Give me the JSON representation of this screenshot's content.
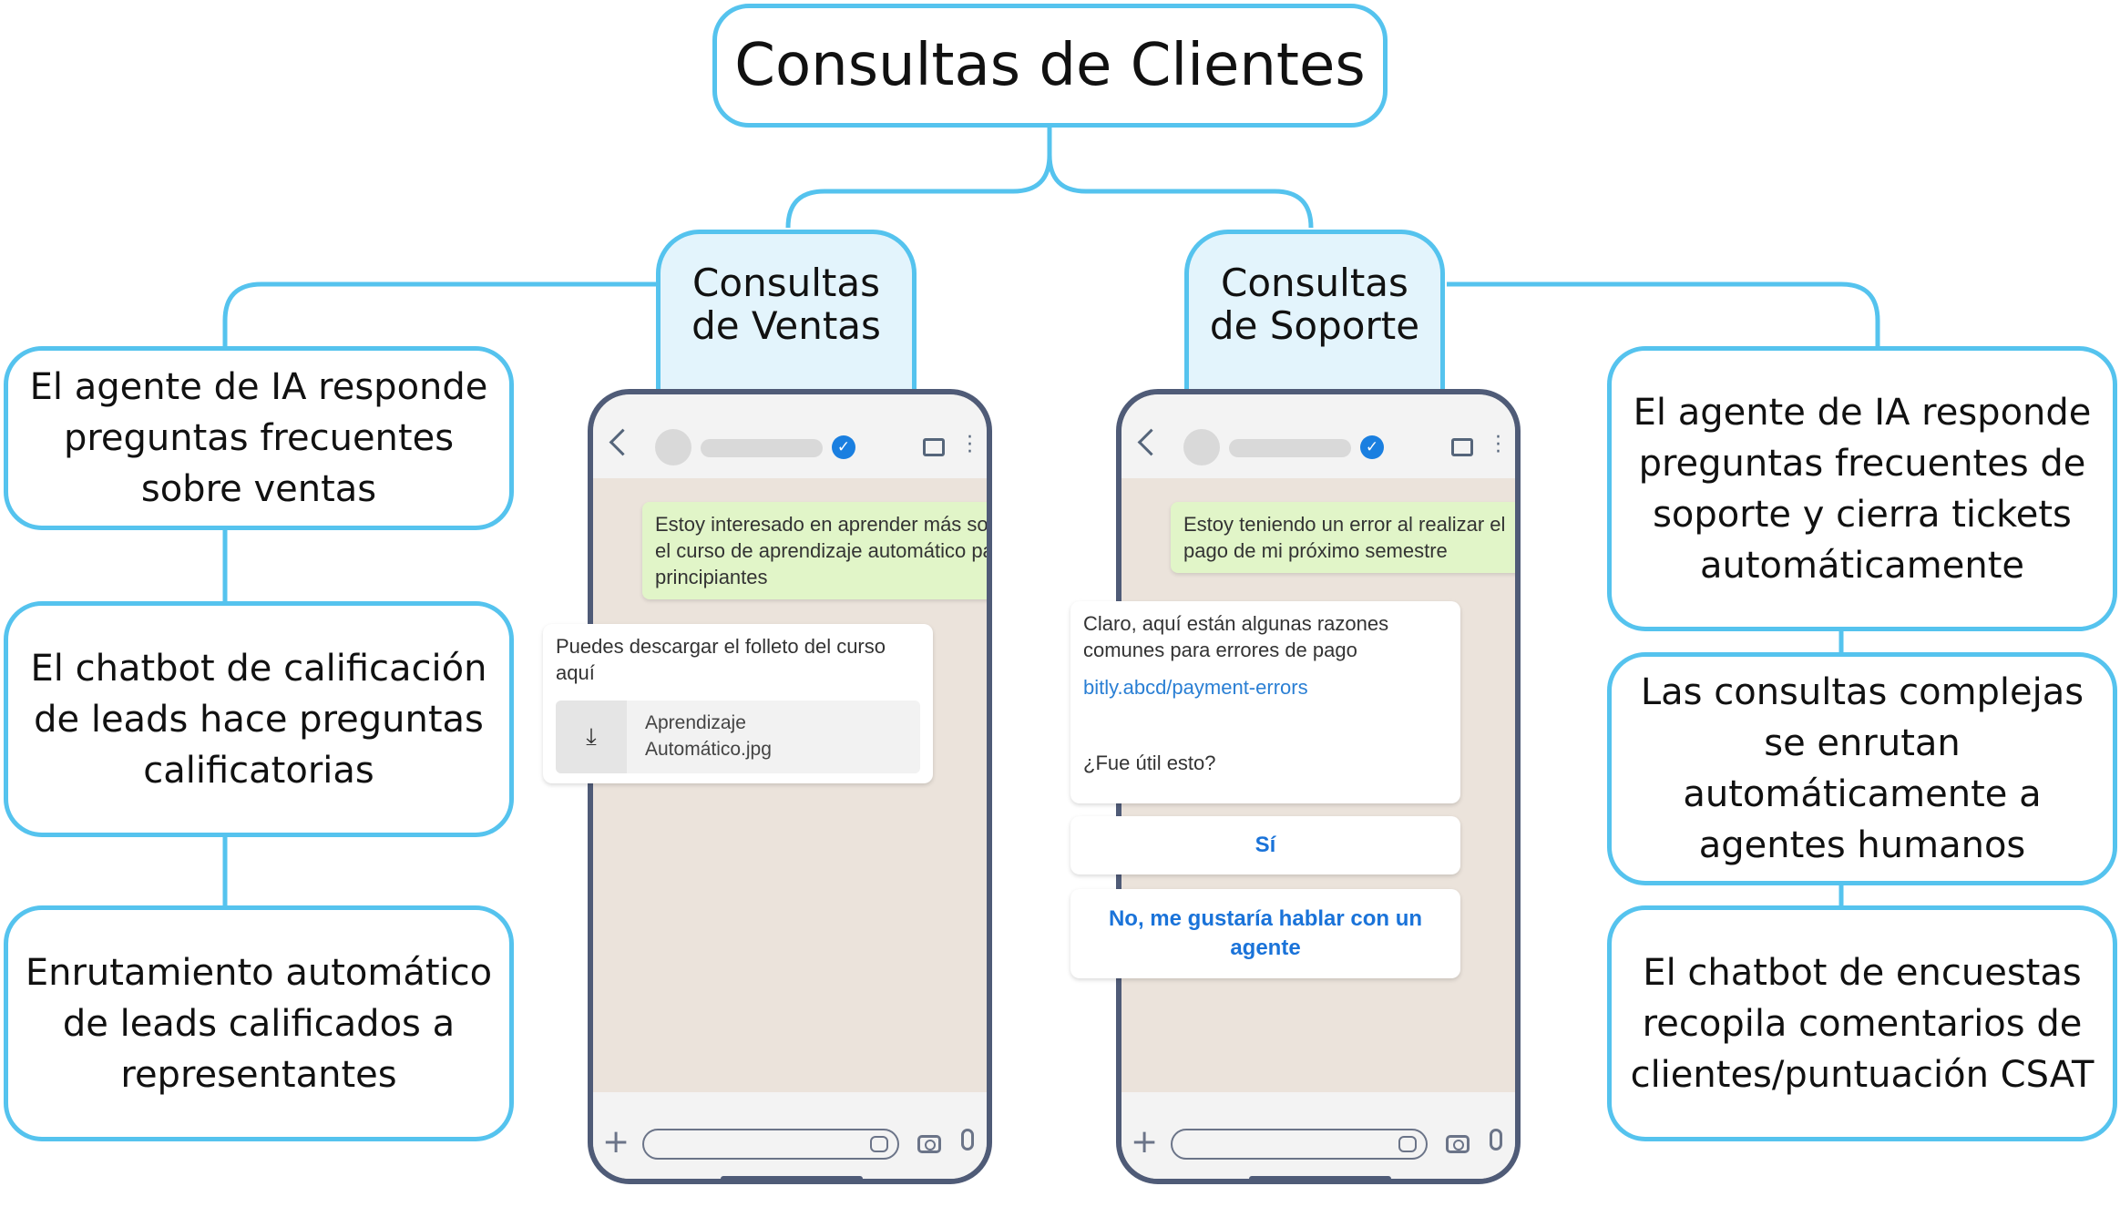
{
  "title": "Consultas de Clientes",
  "branches": {
    "sales": {
      "label": "Consultas de Ventas",
      "label_line1": "Consultas",
      "label_line2": "de Ventas",
      "nodes": [
        "El agente de IA responde preguntas frecuentes sobre ventas",
        "El chatbot de calificación de leads hace preguntas calificatorias",
        "Enrutamiento automático de leads calificados a representantes"
      ],
      "chat": {
        "user_message": "Estoy interesado en aprender más sobre el curso de aprendizaje automático para principiantes",
        "bot_message": "Puedes descargar el folleto del curso aquí",
        "file_name": "Aprendizaje Automático.jpg"
      }
    },
    "support": {
      "label": "Consultas de Soporte",
      "label_line1": "Consultas",
      "label_line2": "de Soporte",
      "nodes": [
        "El agente de IA responde preguntas frecuentes de soporte y cierra tickets automáticamente",
        "Las consultas complejas se enrutan automáticamente a agentes humanos",
        "El chatbot de encuestas recopila comentarios de clientes/puntuación CSAT"
      ],
      "chat": {
        "user_message": "Estoy teniendo un error al realizar el pago de mi próximo semestre",
        "bot_message": "Claro, aquí están algunas razones comunes para errores de pago",
        "link": "bitly.abcd/payment-errors",
        "question": "¿Fue útil esto?",
        "button_yes": "Sí",
        "button_no": "No, me gustaría hablar con un agente"
      }
    }
  },
  "colors": {
    "connector": "#55C3EE",
    "tab_fill": "#E3F4FC",
    "phone_frame": "#4F5B77",
    "chat_bg": "#EBE3DB",
    "user_bubble": "#E1F5C8",
    "link": "#2A7FD4",
    "button_text": "#1A73D9"
  },
  "icons": [
    "back-arrow-icon",
    "verified-badge-icon",
    "shop-icon",
    "more-menu-icon",
    "download-icon",
    "plus-icon",
    "sticker-icon",
    "camera-icon",
    "microphone-icon"
  ]
}
